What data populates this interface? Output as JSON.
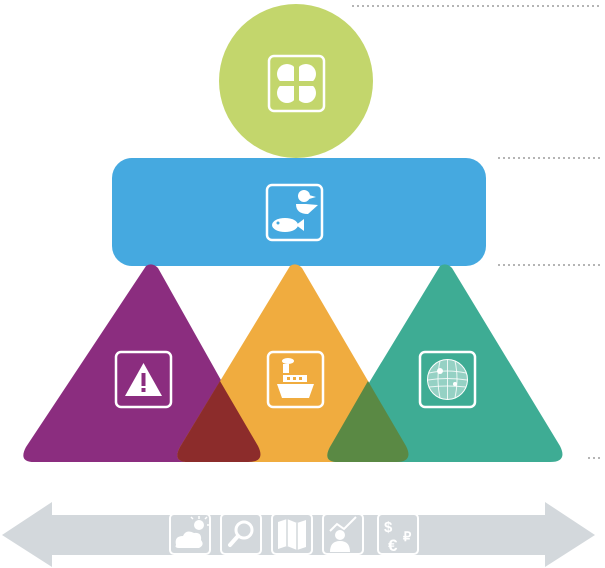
{
  "colors": {
    "green_circle": "#C3D66C",
    "blue_bar": "#45A9E0",
    "purple": "#8B2D7F",
    "orange": "#F0AC3F",
    "teal": "#3EAC94",
    "overlap_purple_orange": "#8C2C2B",
    "overlap_orange_teal": "#5A8944",
    "arrow_gray": "#D3D8DC",
    "icon_frame": "#FFFFFF",
    "connector_dots": "#B5B5B5"
  },
  "top_circle": {
    "icon": "four-leaf-clover-icon"
  },
  "middle_bar": {
    "icon": "duck-and-fish-icon"
  },
  "triangles": [
    {
      "name": "purple",
      "icon": "warning-icon"
    },
    {
      "name": "orange",
      "icon": "ship-icon"
    },
    {
      "name": "teal",
      "icon": "disco-ball-icon"
    }
  ],
  "bottom_arrow": {
    "direction": "double-headed",
    "icons": [
      "weather-icon",
      "search-icon",
      "map-icon",
      "person-trend-icon",
      "currency-icon"
    ]
  }
}
